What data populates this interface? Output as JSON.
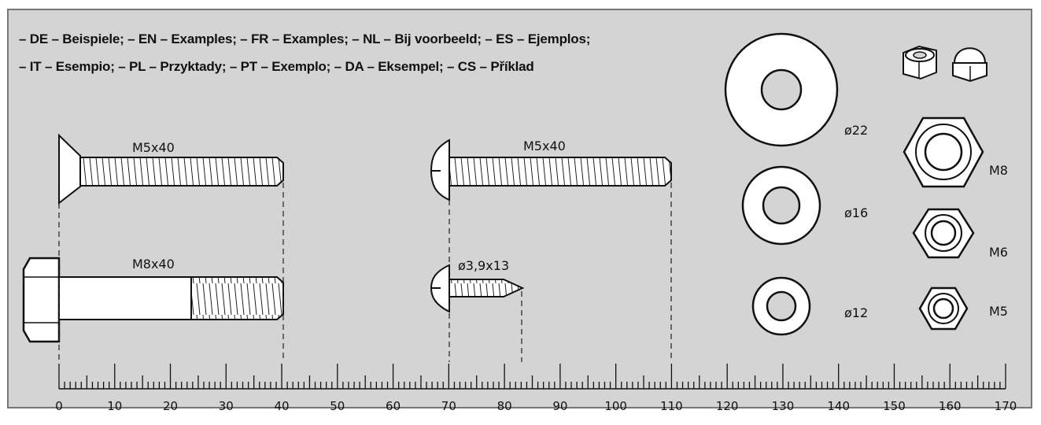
{
  "legend": {
    "line1": "– DE – Beispiele;  – EN – Examples; – FR – Examples; – NL – Bij voorbeeld; – ES – Ejemplos;",
    "line2": "– IT – Esempio; – PL – Przyktady; – PT – Exemplo; – DA – Eksempel; – CS – Příklad"
  },
  "screws": {
    "countersunk": "M5x40",
    "pan_head": "M5x40",
    "hex_bolt": "M8x40",
    "wood_screw": "ø3,9x13"
  },
  "washers": [
    "ø22",
    "ø16",
    "ø12"
  ],
  "nuts": [
    "M8",
    "M6",
    "M5"
  ],
  "ruler": {
    "min": 0,
    "max": 170,
    "labels": [
      "0",
      "10",
      "20",
      "30",
      "40",
      "50",
      "60",
      "70",
      "80",
      "90",
      "100",
      "110",
      "120",
      "130",
      "140",
      "150",
      "160",
      "170"
    ]
  },
  "colors": {
    "background": "#d4d4d4",
    "line": "#111111",
    "part_fill": "#ffffff"
  }
}
